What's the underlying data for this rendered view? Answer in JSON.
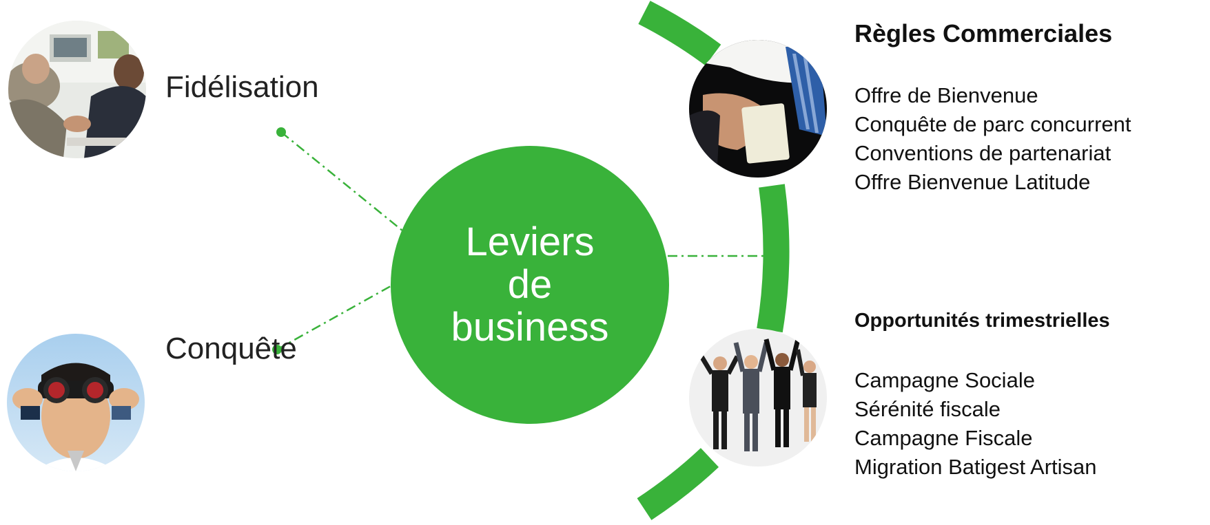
{
  "center": {
    "line1": "Leviers",
    "line2": "de",
    "line3": "business"
  },
  "left": {
    "fidelisation": "Fidélisation",
    "conquete": "Conquête"
  },
  "right": {
    "regles": {
      "title": "Règles Commerciales",
      "items": [
        "Offre de Bienvenue",
        "Conquête de parc concurrent",
        "Conventions de partenariat",
        "Offre Bienvenue Latitude"
      ]
    },
    "opportunites": {
      "title": "Opportunités trimestrielles",
      "items": [
        "Campagne Sociale",
        "Sérénité fiscale",
        "Campagne Fiscale",
        "Migration Batigest Artisan"
      ]
    }
  },
  "colors": {
    "accent_green": "#39b23a",
    "text": "#111111"
  },
  "icons": {
    "fidelisation_photo": "handshake-photo-icon",
    "conquete_photo": "binoculars-photo-icon",
    "regles_photo": "business-card-photo-icon",
    "opportunites_photo": "jumping-team-photo-icon"
  }
}
